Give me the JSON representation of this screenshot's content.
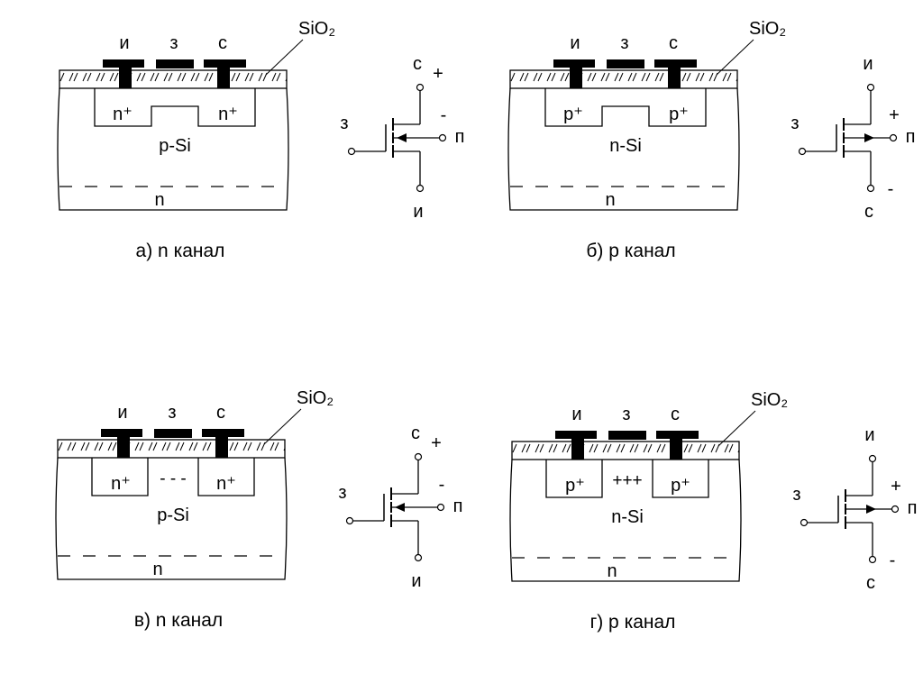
{
  "panels": [
    {
      "id": "a",
      "caption": "а) n канал",
      "oxide": "SiO₂",
      "electrodes": {
        "source": "и",
        "gate": "з",
        "drain": "с"
      },
      "wells": [
        "n⁺",
        "n⁺"
      ],
      "channel": "induced",
      "channel_marks": "",
      "substrate": "p-Si",
      "bottom_layer": "n",
      "symbol": {
        "top": "с",
        "bottom": "и",
        "gate": "з",
        "body": "п",
        "top_sign": "+",
        "side_sign": "-",
        "bottom_sign": "",
        "arrow": "in"
      }
    },
    {
      "id": "b",
      "caption": "б) р канал",
      "oxide": "SiO₂",
      "electrodes": {
        "source": "и",
        "gate": "з",
        "drain": "с"
      },
      "wells": [
        "p⁺",
        "p⁺"
      ],
      "channel": "induced",
      "channel_marks": "",
      "substrate": "n-Si",
      "bottom_layer": "n",
      "symbol": {
        "top": "и",
        "bottom": "с",
        "gate": "з",
        "body": "п",
        "top_sign": "",
        "side_sign": "+",
        "bottom_sign": "-",
        "arrow": "out"
      }
    },
    {
      "id": "c",
      "caption": "в) n канал",
      "oxide": "SiO₂",
      "electrodes": {
        "source": "и",
        "gate": "з",
        "drain": "с"
      },
      "wells": [
        "n⁺",
        "n⁺"
      ],
      "channel": "marks",
      "channel_marks": "- - -",
      "substrate": "p-Si",
      "bottom_layer": "n",
      "symbol": {
        "top": "с",
        "bottom": "и",
        "gate": "з",
        "body": "п",
        "top_sign": "+",
        "side_sign": "-",
        "bottom_sign": "",
        "arrow": "in"
      }
    },
    {
      "id": "d",
      "caption": "г) р канал",
      "oxide": "SiO₂",
      "electrodes": {
        "source": "и",
        "gate": "з",
        "drain": "с"
      },
      "wells": [
        "p⁺",
        "p⁺"
      ],
      "channel": "marks",
      "channel_marks": "+++",
      "substrate": "n-Si",
      "bottom_layer": "n",
      "symbol": {
        "top": "и",
        "bottom": "с",
        "gate": "з",
        "body": "п",
        "top_sign": "",
        "side_sign": "+",
        "bottom_sign": "-",
        "arrow": "out"
      }
    }
  ]
}
